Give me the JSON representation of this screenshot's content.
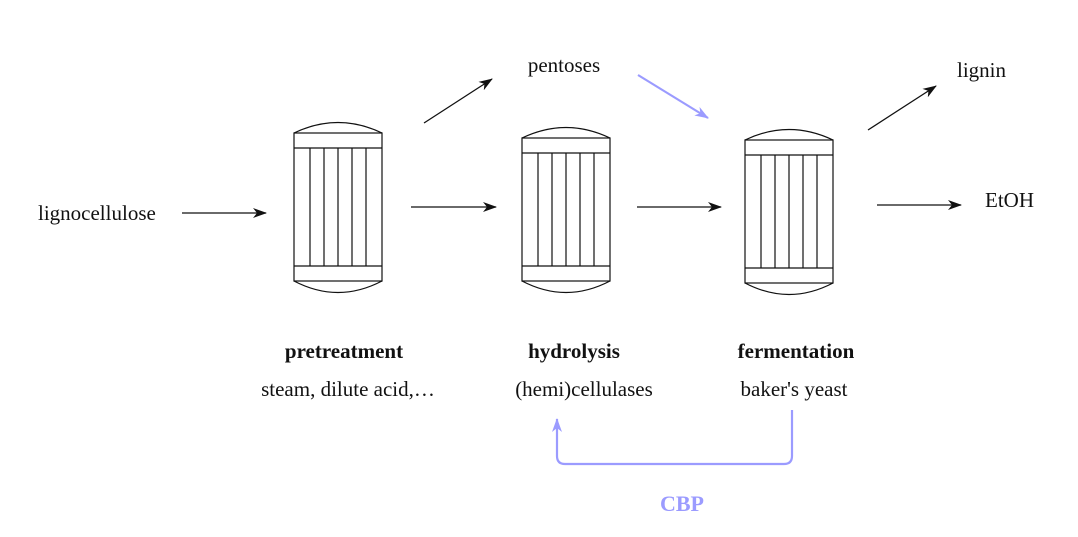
{
  "colors": {
    "line": "#111111",
    "cbp": "#9b9bff",
    "background": "#ffffff"
  },
  "inputs": {
    "feedstock": "lignocellulose"
  },
  "outputs": {
    "pentoses": "pentoses",
    "lignin": "lignin",
    "ethanol": "EtOH"
  },
  "stages": [
    {
      "name": "pretreatment",
      "agent": "steam, dilute acid,…"
    },
    {
      "name": "hydrolysis",
      "agent": "(hemi)cellulases"
    },
    {
      "name": "fermentation",
      "agent": "baker's yeast"
    }
  ],
  "cbp": {
    "label": "CBP"
  }
}
